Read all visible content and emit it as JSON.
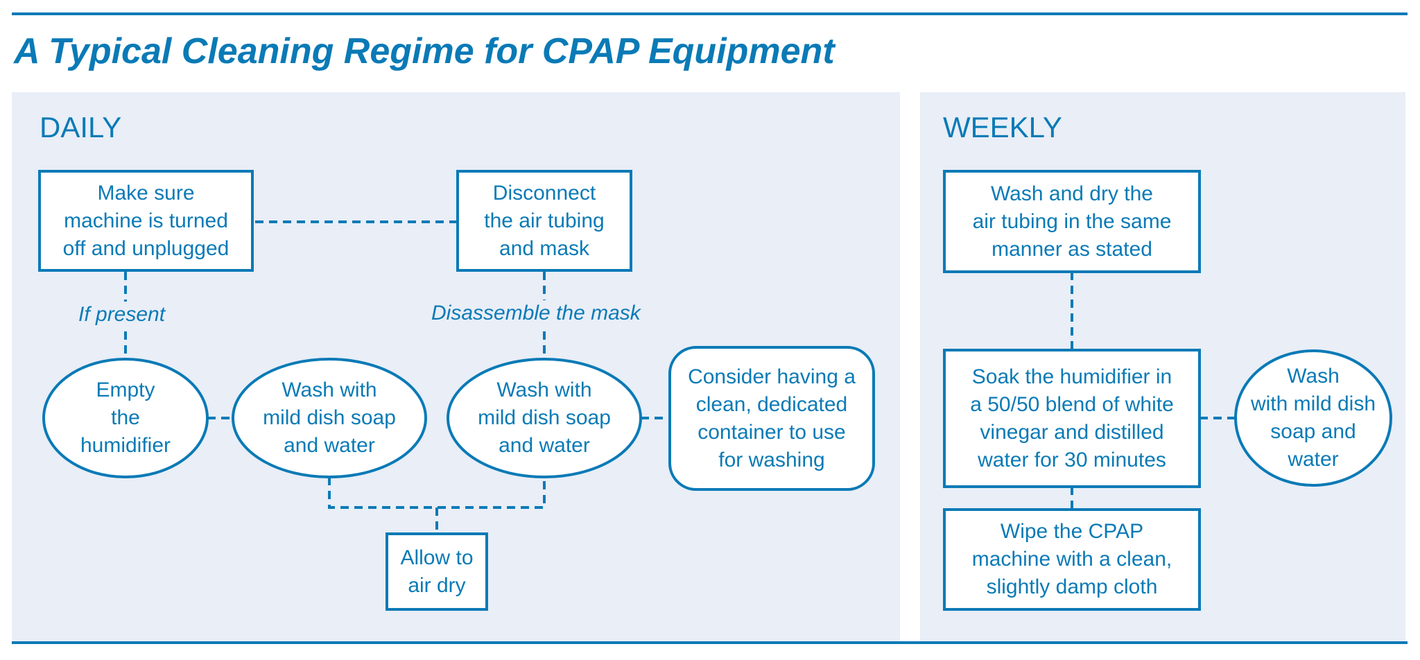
{
  "title": "A Typical Cleaning Regime for CPAP Equipment",
  "colors": {
    "accent": "#0a7ab6",
    "panel": "#e9eef7",
    "background": "#ffffff"
  },
  "daily": {
    "label": "DAILY",
    "nodes": {
      "turn_off": "Make sure\nmachine is turned\noff and unplugged",
      "disconnect": "Disconnect\nthe air tubing\nand mask",
      "empty_humidifier": "Empty\nthe\nhumidifier",
      "wash_humidifier": "Wash with\nmild dish soap\nand water",
      "wash_mask": "Wash with\nmild dish soap\nand water",
      "container": "Consider having a\nclean, dedicated\ncontainer to use\nfor washing",
      "air_dry": "Allow to\nair dry"
    },
    "edge_labels": {
      "if_present": "If present",
      "disassemble": "Disassemble the mask"
    }
  },
  "weekly": {
    "label": "WEEKLY",
    "nodes": {
      "wash_tubing": "Wash and dry the\nair tubing in the same\nmanner as stated",
      "soak_humidifier": "Soak the humidifier in\na 50/50 blend of white\nvinegar and distilled\nwater for 30 minutes",
      "wash_weekly": "Wash\nwith mild dish\nsoap and\nwater",
      "wipe_machine": "Wipe the CPAP\nmachine with a clean,\nslightly damp cloth"
    }
  }
}
